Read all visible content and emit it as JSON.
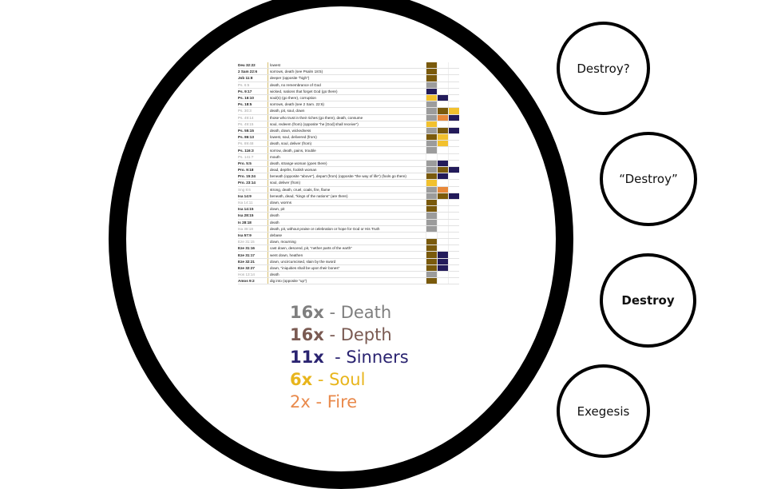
{
  "nav": [
    {
      "label": "Destroy?",
      "active": false
    },
    {
      "label": "“Destroy”",
      "active": false
    },
    {
      "label": "Destroy",
      "active": true
    },
    {
      "label": "Exegesis",
      "active": false
    }
  ],
  "colors": {
    "death": "#9c9c9c",
    "depth": "#7a5a0c",
    "sinners": "#231b5a",
    "soul": "#f2c12e",
    "fire": "#e8883a",
    "empty": "#ffffff"
  },
  "table": {
    "rows": [
      {
        "ref": "Deu 32:22",
        "light": false,
        "desc": "lowest",
        "c": [
          "depth",
          "",
          ""
        ]
      },
      {
        "ref": "2 Sam 22:6",
        "light": false,
        "desc": "sorrows, death (see Psalm 18:5)",
        "c": [
          "depth",
          "",
          ""
        ]
      },
      {
        "ref": "Job 11:8",
        "light": false,
        "desc": "deeper (opposite \"high\")",
        "c": [
          "depth",
          "",
          ""
        ]
      },
      {
        "ref": "Ps. 6:5",
        "light": true,
        "desc": "death, no remembrance of God",
        "c": [
          "death",
          "",
          ""
        ]
      },
      {
        "ref": "Ps. 9:17",
        "light": false,
        "desc": "wicked, nations that forget God (go there)",
        "c": [
          "sinners",
          "",
          ""
        ]
      },
      {
        "ref": "Ps. 16:10",
        "light": false,
        "desc": "soul(s) (go there), corruption",
        "c": [
          "soul",
          "sinners",
          ""
        ]
      },
      {
        "ref": "Ps. 18:5",
        "light": false,
        "desc": "sorrows, death (see 2 Sam. 22:6)",
        "c": [
          "death",
          "",
          ""
        ]
      },
      {
        "ref": "Ps. 30:3",
        "light": true,
        "desc": "death, pit, soul, down",
        "c": [
          "death",
          "depth",
          "soul"
        ]
      },
      {
        "ref": "Ps. 49:14",
        "light": true,
        "desc": "those who trust in their riches (go there), death, consume",
        "c": [
          "death",
          "fire",
          "sinners"
        ]
      },
      {
        "ref": "Ps. 49:15",
        "light": true,
        "desc": "soul, redeem (from) (opposite \"he [God] shall receive\")",
        "c": [
          "soul",
          "",
          ""
        ]
      },
      {
        "ref": "Ps. 55:15",
        "light": false,
        "desc": "death, down, wickedness",
        "c": [
          "death",
          "depth",
          "sinners"
        ]
      },
      {
        "ref": "Ps. 86:13",
        "light": false,
        "desc": "lowest, soul, delivered (from)",
        "c": [
          "depth",
          "soul",
          ""
        ]
      },
      {
        "ref": "Ps. 89:48",
        "light": true,
        "desc": "death, soul, deliver (from)",
        "c": [
          "death",
          "soul",
          ""
        ]
      },
      {
        "ref": "Ps. 116:3",
        "light": false,
        "desc": "sorrow, death, pains, trouble",
        "c": [
          "death",
          "",
          ""
        ]
      },
      {
        "ref": "Ps. 141:7",
        "light": true,
        "desc": "mouth",
        "c": [
          "",
          "",
          ""
        ]
      },
      {
        "ref": "Pro. 5:5",
        "light": false,
        "desc": "death, strange woman (goes there)",
        "c": [
          "death",
          "sinners",
          ""
        ]
      },
      {
        "ref": "Pro. 9:18",
        "light": false,
        "desc": "dead, depths, foolish woman",
        "c": [
          "death",
          "depth",
          "sinners"
        ]
      },
      {
        "ref": "Pro. 15:24",
        "light": false,
        "desc": "beneath (opposite \"above\"), depart (from) (opposite \"the way of life\") (fools go there)",
        "c": [
          "depth",
          "sinners",
          ""
        ]
      },
      {
        "ref": "Pro. 23:14",
        "light": false,
        "desc": "soul, deliver (from)",
        "c": [
          "soul",
          "",
          ""
        ]
      },
      {
        "ref": "Sng 8:6",
        "light": true,
        "desc": "strong, death, cruel, coals, fire, flame",
        "c": [
          "death",
          "fire",
          ""
        ]
      },
      {
        "ref": "Isa 14:9",
        "light": false,
        "desc": "beneath, dead, \"kings of the nations\" (are there)",
        "c": [
          "death",
          "depth",
          "sinners"
        ]
      },
      {
        "ref": "Isa 14:11",
        "light": true,
        "desc": "down, worms",
        "c": [
          "depth",
          "",
          ""
        ]
      },
      {
        "ref": "Isa 14:15",
        "light": false,
        "desc": "down, pit",
        "c": [
          "depth",
          "",
          ""
        ]
      },
      {
        "ref": "Isa 28:15",
        "light": false,
        "desc": "death",
        "c": [
          "death",
          "",
          ""
        ]
      },
      {
        "ref": "Is 28:18",
        "light": false,
        "desc": "death",
        "c": [
          "death",
          "",
          ""
        ]
      },
      {
        "ref": "Isa 38:18",
        "light": true,
        "desc": "death, pit, without praise or celebration or hope for God or His Truth",
        "c": [
          "death",
          "",
          ""
        ]
      },
      {
        "ref": "Isa 57:9",
        "light": false,
        "desc": "debase",
        "c": [
          "",
          "",
          ""
        ]
      },
      {
        "ref": "Eze 31:15",
        "light": true,
        "desc": "down, mourning",
        "c": [
          "depth",
          "",
          ""
        ]
      },
      {
        "ref": "Eze 31:16",
        "light": false,
        "desc": "cast down, descend, pit, \"nether parts of the earth\"",
        "c": [
          "depth",
          "",
          ""
        ]
      },
      {
        "ref": "Eze 31:17",
        "light": false,
        "desc": "went down, heathen",
        "c": [
          "depth",
          "sinners",
          ""
        ]
      },
      {
        "ref": "Eze 32:21",
        "light": false,
        "desc": "down, uncircumcised, slain by the sword",
        "c": [
          "depth",
          "sinners",
          ""
        ]
      },
      {
        "ref": "Eze 32:27",
        "light": false,
        "desc": "down, \"iniquities shall be upon their bones\"",
        "c": [
          "depth",
          "sinners",
          ""
        ]
      },
      {
        "ref": "Hos 13:14",
        "light": true,
        "desc": "death",
        "c": [
          "death",
          "",
          ""
        ]
      },
      {
        "ref": "Amos 9:2",
        "light": false,
        "desc": "dig into (opposite \"up\")",
        "c": [
          "depth",
          "",
          ""
        ]
      }
    ]
  },
  "legend": [
    {
      "count": "16x",
      "label": " - Death",
      "color": "#7f7f7f",
      "bold": true
    },
    {
      "count": "16x",
      "label": " - Depth",
      "color": "#7a5a52",
      "bold": true
    },
    {
      "count": "11x",
      "label": "  - Sinners",
      "color": "#2a2370",
      "bold": true
    },
    {
      "count": "6x",
      "label": " - Soul",
      "color": "#e8b51c",
      "bold": true
    },
    {
      "count": "2x",
      "label": " - Fire",
      "color": "#e98a4c",
      "bold": false
    }
  ]
}
